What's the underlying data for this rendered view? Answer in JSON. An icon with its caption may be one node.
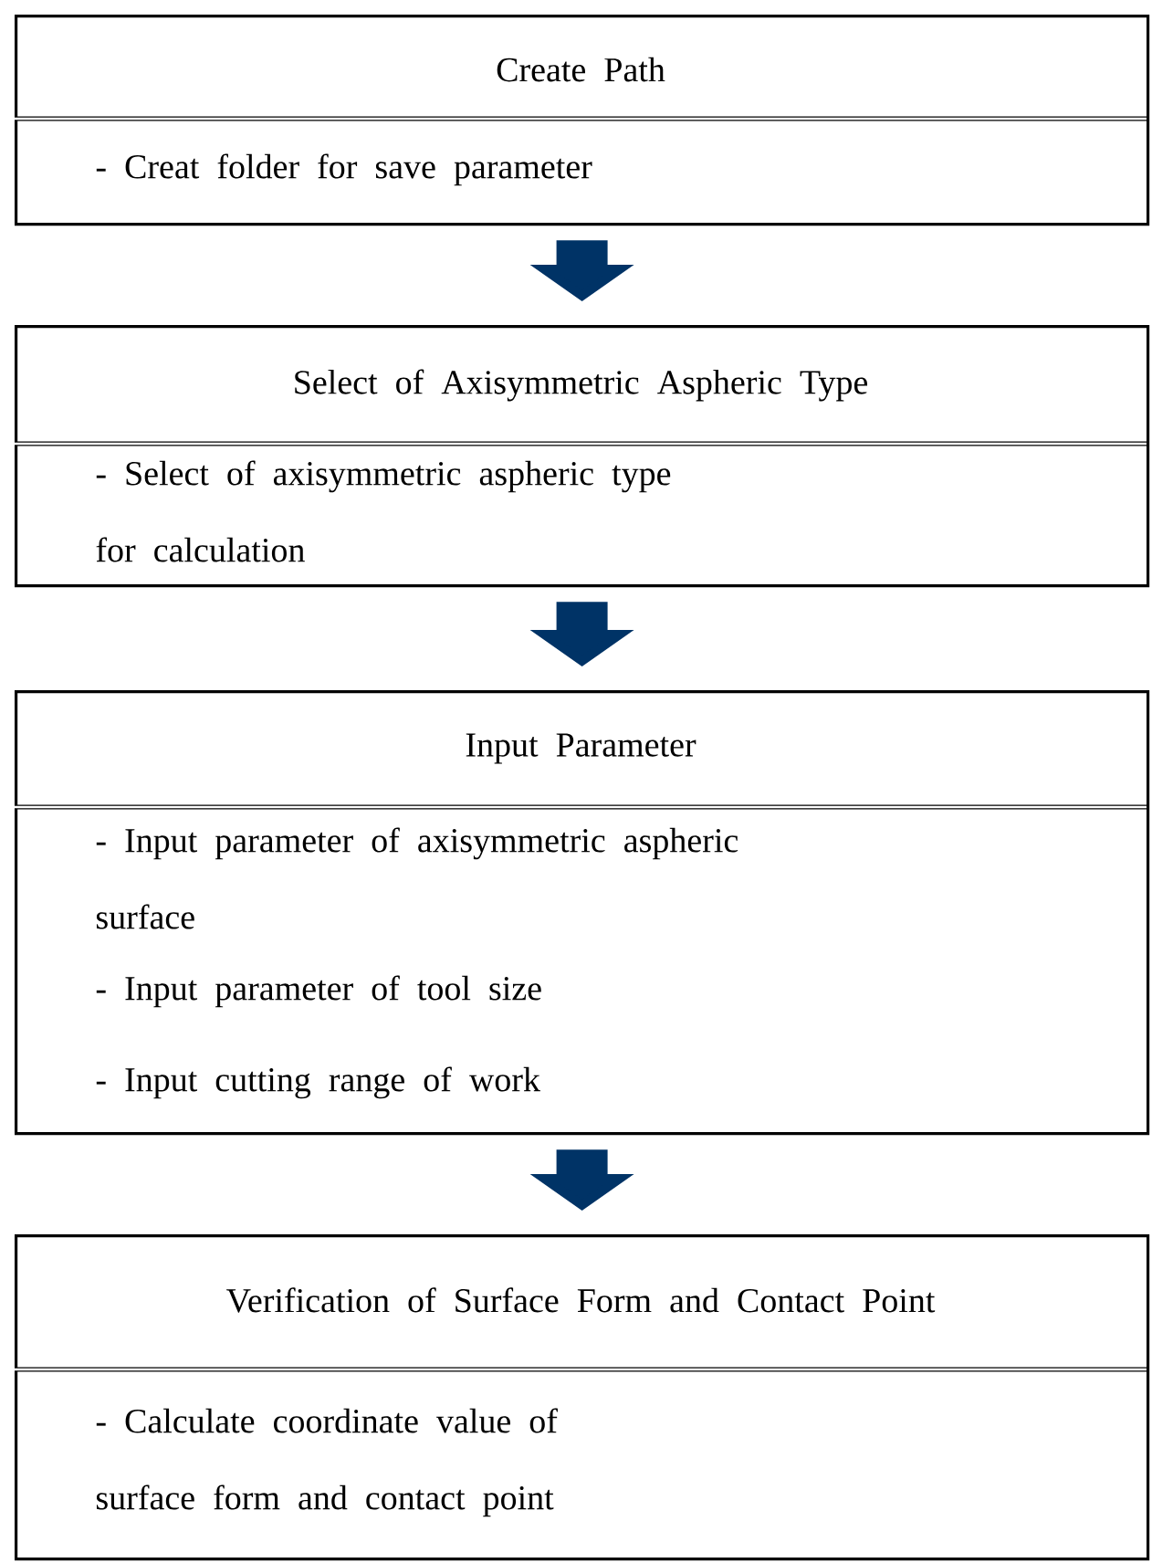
{
  "diagram": {
    "nodes": [
      {
        "text": [
          "Create Path",
          "- Creat folder for save parameter"
        ]
      },
      {
        "text": [
          "Select of Axisymmetric Aspheric Type",
          "- Select of axisymmetric aspheric type for calculation"
        ]
      },
      {
        "text": [
          "Input Parameter",
          "- Input parameter of axisymmetric aspheric surface",
          "- Input parameter of tool size",
          "- Input cutting range of work"
        ]
      },
      {
        "text": [
          "Verification of Surface Form and Contact Point",
          "- Calculate coordinate value of surface form and contact point"
        ]
      }
    ],
    "edges": [
      {
        "from": 0,
        "to": 1,
        "arrow": "to"
      },
      {
        "from": 1,
        "to": 2,
        "arrow": "to"
      },
      {
        "from": 2,
        "to": 3,
        "arrow": "to"
      }
    ]
  }
}
